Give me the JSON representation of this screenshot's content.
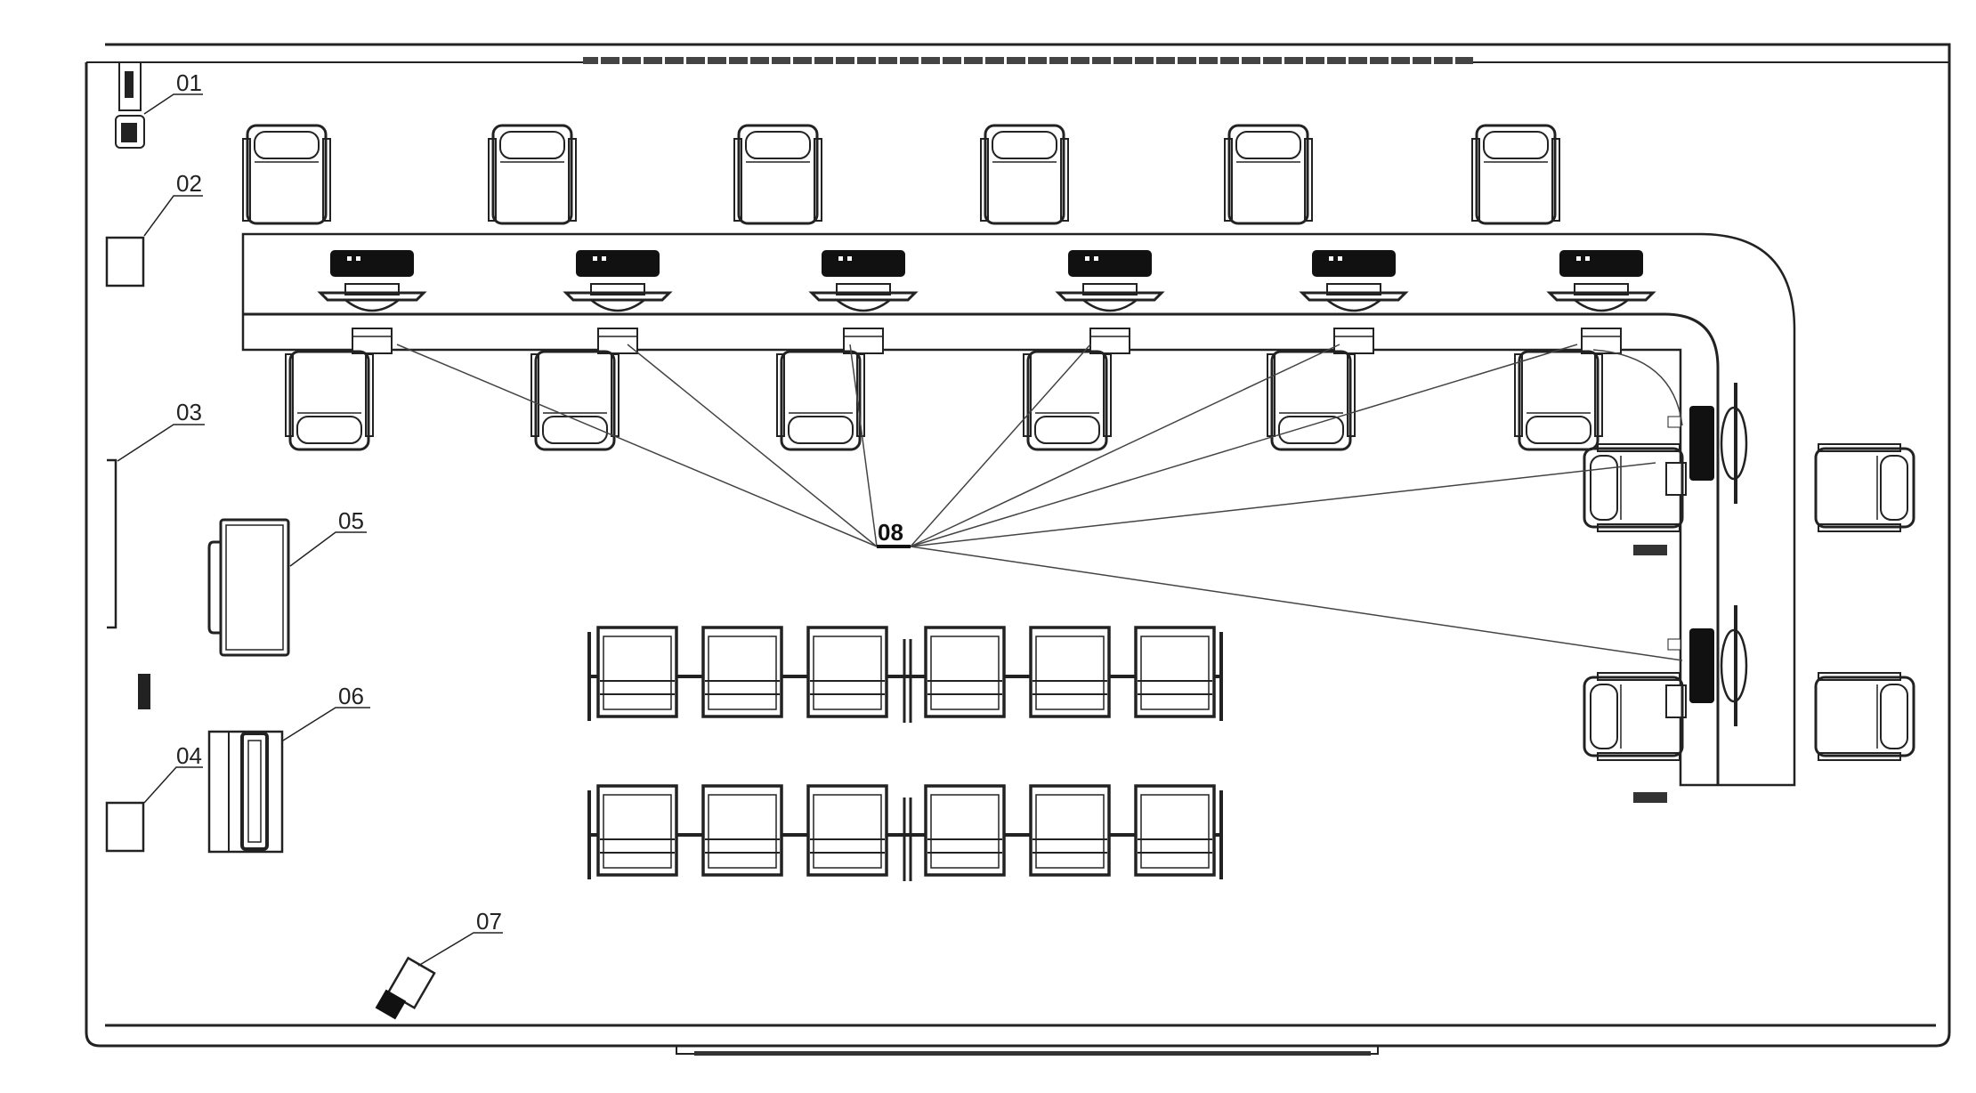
{
  "diagram": {
    "type": "floor-plan",
    "callouts": [
      {
        "id": "01",
        "label": "01",
        "target": "wall-device-top-left"
      },
      {
        "id": "02",
        "label": "02",
        "target": "wall-cabinet-upper"
      },
      {
        "id": "03",
        "label": "03",
        "target": "wall-panel"
      },
      {
        "id": "04",
        "label": "04",
        "target": "wall-cabinet-lower"
      },
      {
        "id": "05",
        "label": "05",
        "target": "display-kiosk"
      },
      {
        "id": "06",
        "label": "06",
        "target": "dispenser-unit"
      },
      {
        "id": "07",
        "label": "07",
        "target": "surveillance-camera"
      }
    ],
    "hub": {
      "label": "08",
      "connections": 8
    },
    "counter": {
      "stations_top_row": 6,
      "stations_side": 2
    },
    "chairs": {
      "top_row": 6,
      "below_counter": 6,
      "side_counter": 4
    },
    "bench_rows": [
      {
        "seats": 6
      },
      {
        "seats": 6
      }
    ]
  }
}
